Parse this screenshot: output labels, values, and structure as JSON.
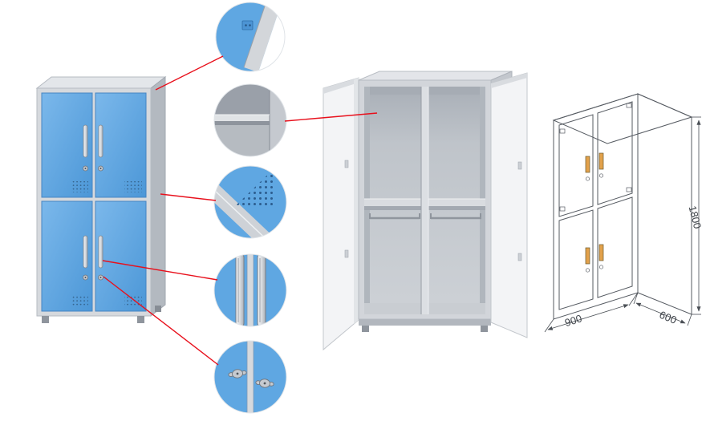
{
  "illustration": {
    "background_color": "#ffffff",
    "accent_colors": {
      "door_blue": "#5fa7e2",
      "frame_silver": "#d7dade",
      "interior_gray": "#c6cad0",
      "callout_line_red": "#e8101c",
      "wireframe_handle_orange": "#e2a14b"
    },
    "callouts": [
      {
        "name": "top-corner-detail"
      },
      {
        "name": "interior-shelf-detail"
      },
      {
        "name": "ventilation-holes-detail"
      },
      {
        "name": "door-handles-detail"
      },
      {
        "name": "cam-locks-detail"
      }
    ],
    "dimension_drawing": {
      "height_label": "1800",
      "width_label": "900",
      "depth_label": "600"
    }
  }
}
